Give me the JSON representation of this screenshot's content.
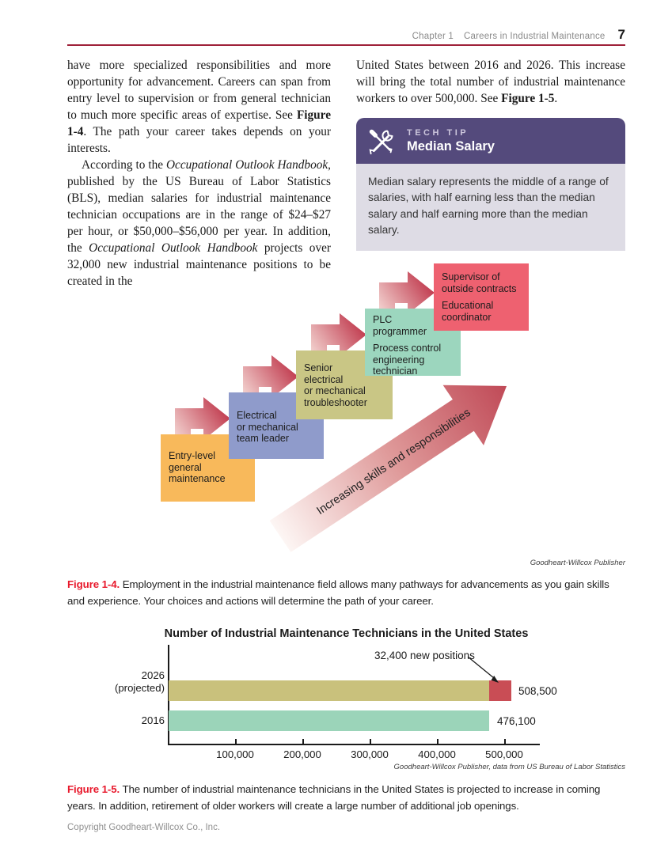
{
  "header": {
    "chapter": "Chapter 1",
    "section_title": "Careers in Industrial Maintenance",
    "page_number": "7",
    "rule_color": "#9e2139"
  },
  "article": {
    "p1": [
      {
        "t": "have more specialized responsibilities and more opportunity for advancement. Careers can span from entry level to supervision or from general technician to much more specific areas of expertise. See "
      },
      {
        "t": "Figure 1-4",
        "b": 1
      },
      {
        "t": ". The path your career takes depends on your interests."
      }
    ],
    "p2": [
      {
        "t": "According to the "
      },
      {
        "t": "Occupational Outlook Handbook",
        "i": 1
      },
      {
        "t": ", published by the US Bureau of Labor Statistics (BLS), median salaries for industrial maintenance technician occupations are in the range of $24–$27 per hour, or $50,000–$56,000 per year. In addition, the "
      },
      {
        "t": "Occupational Outlook Handbook",
        "i": 1
      },
      {
        "t": " projects over 32,000 new industrial maintenance positions to be created in the"
      }
    ],
    "p3": [
      {
        "t": "United States between 2016 and 2026. This increase will bring the total number of industrial maintenance workers to over 500,000. See "
      },
      {
        "t": "Figure 1-5",
        "b": 1
      },
      {
        "t": "."
      }
    ]
  },
  "tech_tip": {
    "kicker": "TECH TIP",
    "title": "Median Salary",
    "body": "Median salary represents the middle of a range of salaries, with half earning less than the median salary and half earning more than the median salary.",
    "header_bg": "#544a7c",
    "body_bg": "#dedce5",
    "icon": "crossed-tools-icon"
  },
  "figure_1_4": {
    "boxes": [
      {
        "label": "Entry-level\ngeneral\nmaintenance",
        "color": "#f8b95b"
      },
      {
        "label": "Electrical\nor mechanical\nteam leader",
        "color": "#8f9bcb"
      },
      {
        "label": "Senior\nelectrical\nor mechanical\ntroubleshooter",
        "color": "#c9c685"
      },
      {
        "labels": [
          "PLC\nprogrammer",
          "Process control\nengineering\ntechnician"
        ],
        "color": "#9cd6be"
      },
      {
        "labels": [
          "Supervisor of\noutside contracts",
          "Educational\ncoordinator"
        ],
        "color": "#ee6170"
      }
    ],
    "big_arrow_label": "Increasing skills and responsibilities",
    "arrow_colors": {
      "light": "#f6ddd9",
      "dark": "#c04a57"
    },
    "credit": "Goodheart-Willcox Publisher"
  },
  "captions": {
    "fig14": [
      {
        "t": "Figure 1-4.",
        "b": 1,
        "c": "#e8192c"
      },
      {
        "t": " Employment in the industrial maintenance field allows many pathways for advancements as you gain skills and experience. Your choices and actions will determine the path of your career."
      }
    ],
    "fig15": [
      {
        "t": "Figure 1-5.",
        "b": 1,
        "c": "#e8192c"
      },
      {
        "t": " The number of industrial maintenance technicians in the United States is projected to increase in coming years. In addition, retirement of older workers will create a large number of additional job openings."
      }
    ]
  },
  "chart_data": {
    "type": "bar",
    "orientation": "horizontal",
    "title": "Number of Industrial Maintenance Technicians in the United States",
    "categories": [
      "2026 (projected)",
      "2016"
    ],
    "row_labels": [
      "2026\n(projected)",
      "2016"
    ],
    "series": [
      {
        "name": "technicians",
        "values": [
          476100,
          476100
        ]
      },
      {
        "name": "new positions",
        "values": [
          32400,
          0
        ]
      }
    ],
    "totals": [
      508500,
      476100
    ],
    "value_labels": [
      "508,500",
      "476,100"
    ],
    "annotation": "32,400 new positions",
    "xticks": [
      100000,
      200000,
      300000,
      400000,
      500000
    ],
    "xtick_labels": [
      "100,000",
      "200,000",
      "300,000",
      "400,000",
      "500,000"
    ],
    "xlim": [
      0,
      553000
    ],
    "grid": false,
    "colors": {
      "bar_2026_base": "#c9c17c",
      "bar_2026_new": "#c94d55",
      "bar_2016": "#9bd4b9"
    },
    "credit": "Goodheart-Willcox Publisher, data from US Bureau of Labor Statistics"
  },
  "footer": {
    "copyright": "Copyright Goodheart-Willcox Co., Inc."
  },
  "icons": {
    "tech_tip": "crossed-tools-icon",
    "career_steps": "elbow-arrow-up-right-icon",
    "skills": "diagonal-block-arrow-icon",
    "annotation": "thin-arrow-down-right-icon"
  }
}
